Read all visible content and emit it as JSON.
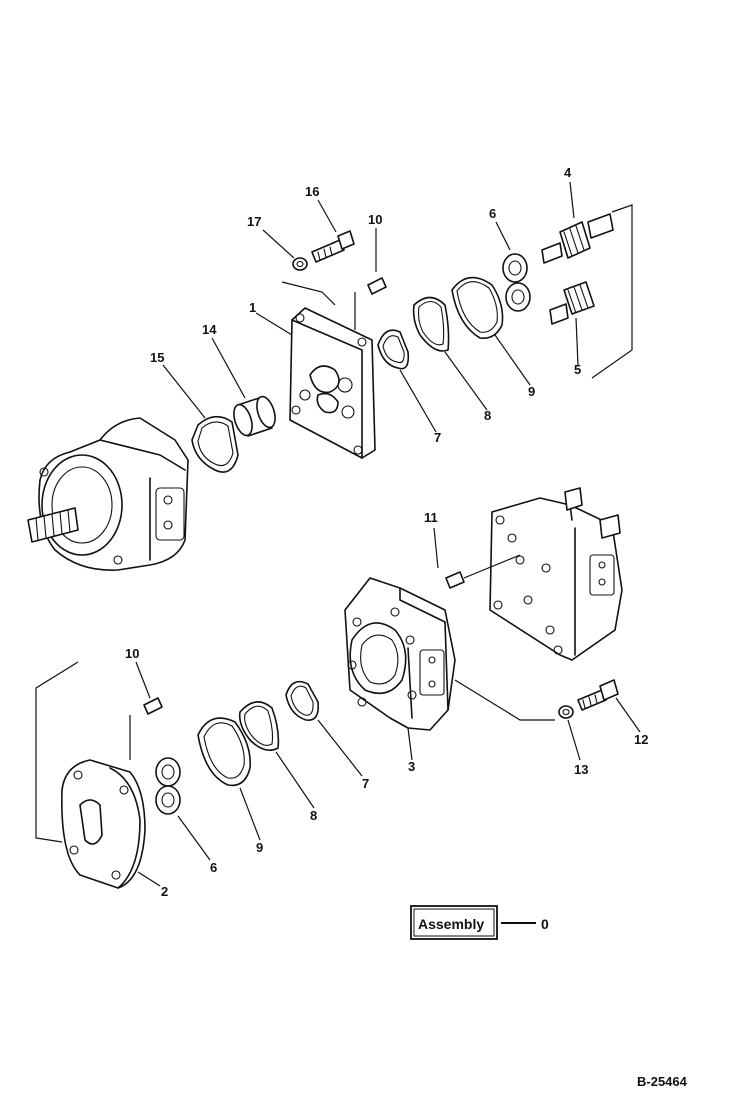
{
  "callouts": {
    "c1": "1",
    "c2": "2",
    "c3": "3",
    "c4": "4",
    "c5": "5",
    "c6a": "6",
    "c6b": "6",
    "c7a": "7",
    "c7b": "7",
    "c8a": "8",
    "c8b": "8",
    "c9a": "9",
    "c9b": "9",
    "c10a": "10",
    "c10b": "10",
    "c11": "11",
    "c12": "12",
    "c13": "13",
    "c14": "14",
    "c15": "15",
    "c16": "16",
    "c17": "17"
  },
  "assembly": {
    "label": "Assembly",
    "number": "0"
  },
  "reference_code": "B-25464",
  "colors": {
    "line": "#111111",
    "background": "#ffffff"
  }
}
